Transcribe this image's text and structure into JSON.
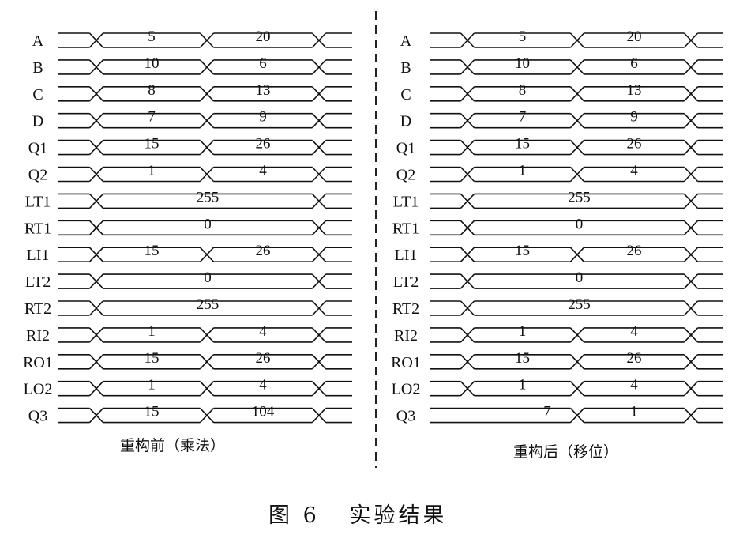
{
  "figure": {
    "title": "图 6   实验结果",
    "divider": "dashed-vertical"
  },
  "panels": [
    {
      "caption": "重构前（乘法）",
      "signals": [
        {
          "name": "A",
          "pattern": "xx",
          "values": [
            "5",
            "20"
          ]
        },
        {
          "name": "B",
          "pattern": "xx",
          "values": [
            "10",
            "6"
          ]
        },
        {
          "name": "C",
          "pattern": "xx",
          "values": [
            "8",
            "13"
          ]
        },
        {
          "name": "D",
          "pattern": "xx",
          "values": [
            "7",
            "9"
          ]
        },
        {
          "name": "Q1",
          "pattern": "xx",
          "values": [
            "15",
            "26"
          ]
        },
        {
          "name": "Q2",
          "pattern": "xx",
          "values": [
            "1",
            "4"
          ]
        },
        {
          "name": "LT1",
          "pattern": "x",
          "values": [
            "255"
          ]
        },
        {
          "name": "RT1",
          "pattern": "x",
          "values": [
            "0"
          ]
        },
        {
          "name": "LI1",
          "pattern": "xx",
          "values": [
            "15",
            "26"
          ]
        },
        {
          "name": "LT2",
          "pattern": "x",
          "values": [
            "0"
          ]
        },
        {
          "name": "RT2",
          "pattern": "x",
          "values": [
            "255"
          ]
        },
        {
          "name": "RI2",
          "pattern": "xx",
          "values": [
            "1",
            "4"
          ]
        },
        {
          "name": "RO1",
          "pattern": "xx",
          "values": [
            "15",
            "26"
          ]
        },
        {
          "name": "LO2",
          "pattern": "xx",
          "values": [
            "1",
            "4"
          ]
        },
        {
          "name": "Q3",
          "pattern": "xx",
          "values": [
            "15",
            "104"
          ]
        }
      ]
    },
    {
      "caption": "重构后（移位）",
      "signals": [
        {
          "name": "A",
          "pattern": "xx",
          "values": [
            "5",
            "20"
          ]
        },
        {
          "name": "B",
          "pattern": "xx",
          "values": [
            "10",
            "6"
          ]
        },
        {
          "name": "C",
          "pattern": "xx",
          "values": [
            "8",
            "13"
          ]
        },
        {
          "name": "D",
          "pattern": "xx",
          "values": [
            "7",
            "9"
          ]
        },
        {
          "name": "Q1",
          "pattern": "xx",
          "values": [
            "15",
            "26"
          ]
        },
        {
          "name": "Q2",
          "pattern": "xx",
          "values": [
            "1",
            "4"
          ]
        },
        {
          "name": "LT1",
          "pattern": "x",
          "values": [
            "255"
          ]
        },
        {
          "name": "RT1",
          "pattern": "x",
          "values": [
            "0"
          ]
        },
        {
          "name": "LI1",
          "pattern": "xx",
          "values": [
            "15",
            "26"
          ]
        },
        {
          "name": "LT2",
          "pattern": "x",
          "values": [
            "0"
          ]
        },
        {
          "name": "RT2",
          "pattern": "x",
          "values": [
            "255"
          ]
        },
        {
          "name": "RI2",
          "pattern": "xx",
          "values": [
            "1",
            "4"
          ]
        },
        {
          "name": "RO1",
          "pattern": "xx",
          "values": [
            "15",
            "26"
          ]
        },
        {
          "name": "LO2",
          "pattern": "xx",
          "values": [
            "1",
            "4"
          ]
        },
        {
          "name": "Q3",
          "pattern": "shift",
          "values": [
            "7",
            "1"
          ]
        }
      ]
    }
  ]
}
